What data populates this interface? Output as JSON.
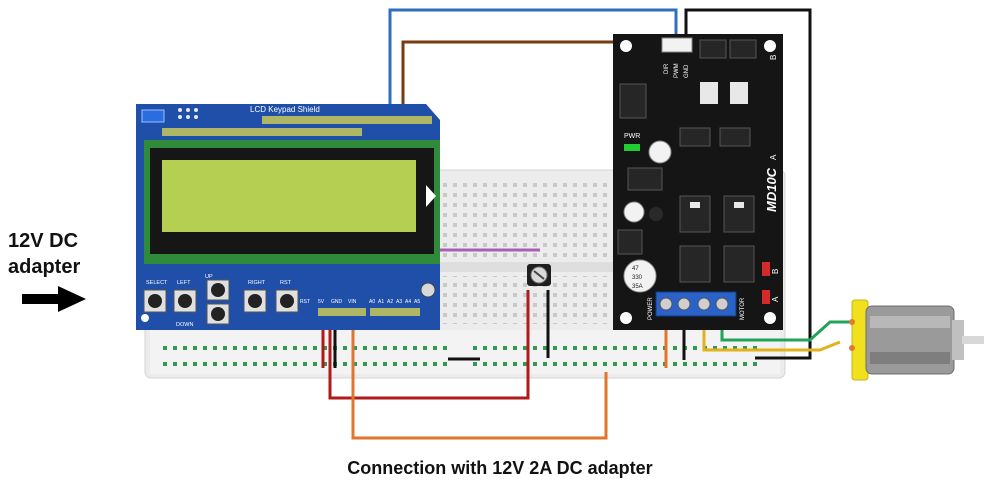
{
  "caption": "Connection with 12V 2A DC adapter",
  "adapter": {
    "line1": "12V DC",
    "line2": "adapter"
  },
  "lcd_shield": {
    "title": "LCD Keypad Shield",
    "buttons": [
      "SELECT",
      "LEFT",
      "UP",
      "DOWN",
      "RIGHT",
      "RST"
    ],
    "pins": [
      "RST",
      "5V",
      "GND",
      "VIN",
      "A0",
      "A1",
      "A2",
      "A3",
      "A4",
      "A5"
    ]
  },
  "driver": {
    "name": "MD10C",
    "header_pins": [
      "DIR",
      "PWM",
      "GND"
    ],
    "pwr_label": "PWR",
    "cap_label": [
      "47",
      "330",
      "35A"
    ],
    "terminal_labels": [
      "POWER",
      "MOTOR"
    ],
    "channel_a": "A",
    "channel_b": "B"
  },
  "colors": {
    "shield_blue": "#1f4fa8",
    "lcd_green": "#b5cf52",
    "driver_black": "#151515",
    "wire_blue": "#2f6fbf",
    "wire_brown": "#7a3b12",
    "wire_red": "#b11a1a",
    "wire_orange": "#e0752c",
    "wire_purple": "#a85fb5",
    "wire_green": "#22a35a",
    "wire_yellow": "#e0b21b",
    "motor_yellow": "#f1e01e"
  }
}
